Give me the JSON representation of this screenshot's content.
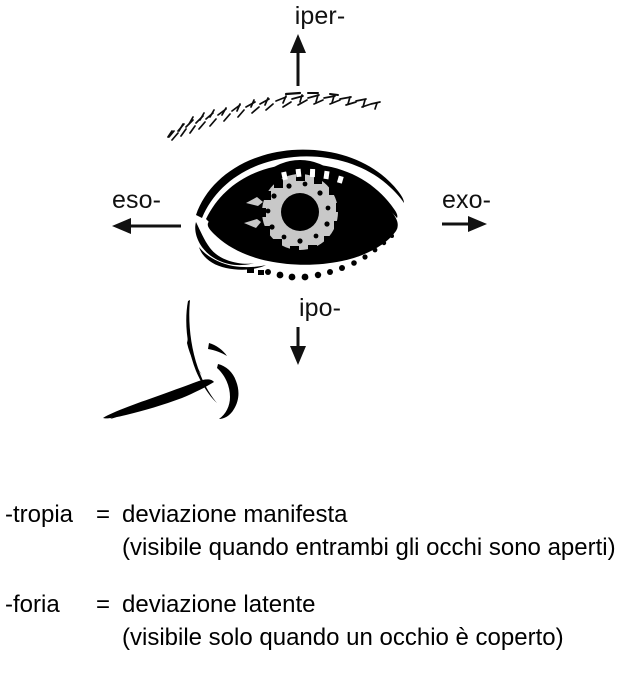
{
  "diagram": {
    "title_absent": true,
    "directions": {
      "up": {
        "label": "iper-",
        "arrow": "arrow-up-icon"
      },
      "down": {
        "label": "ipo-",
        "arrow": "arrow-down-icon"
      },
      "left": {
        "label": "eso-",
        "arrow": "arrow-left-icon"
      },
      "right": {
        "label": "exo-",
        "arrow": "arrow-right-icon"
      }
    },
    "illustration": {
      "name": "human-eye-illustration",
      "parts": [
        "eyebrow",
        "upper-eyelid",
        "lower-eyelid",
        "iris",
        "pupil",
        "eyelashes",
        "nose-profile"
      ]
    },
    "colors": {
      "ink": "#000000",
      "iris": "#c8c8c8",
      "background": "#ffffff"
    }
  },
  "legend": {
    "entries": [
      {
        "term": "-tropia",
        "equals": "=",
        "definition": "deviazione manifesta",
        "note": "(visibile quando entrambi gli occhi sono aperti)"
      },
      {
        "term": "-foria",
        "equals": "=",
        "definition": "deviazione latente",
        "note": "(visibile solo quando un occhio è coperto)"
      }
    ]
  }
}
